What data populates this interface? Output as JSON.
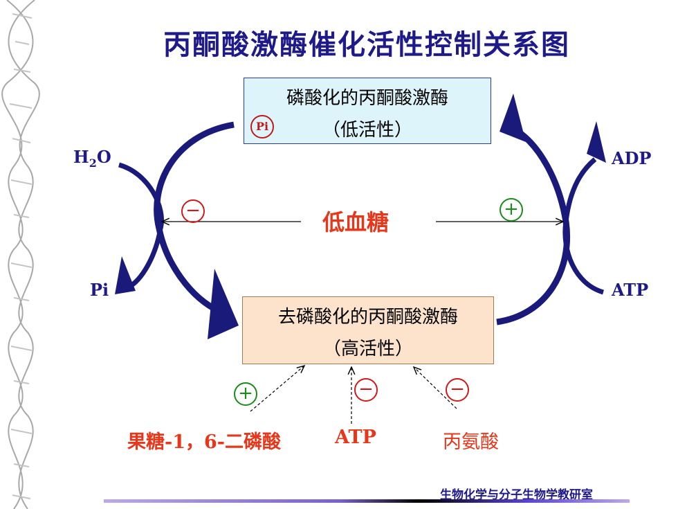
{
  "title": "丙酮酸激酶催化活性控制关系图",
  "top_box": {
    "line1": "磷酸化的丙酮酸激酶",
    "line2": "（低活性）",
    "tag": "Pi"
  },
  "bottom_box": {
    "line1": "去磷酸化的丙酮酸激酶",
    "line2": "（高活性）"
  },
  "left": {
    "h2o_main": "H",
    "h2o_sub": "2",
    "h2o_end": "O",
    "pi": "Pi"
  },
  "right": {
    "adp": "ADP",
    "atp": "ATP"
  },
  "center": "低血糖",
  "signs": {
    "left_center": "−",
    "right_center": "+",
    "fbp": "+",
    "atp": "−",
    "ala": "−"
  },
  "effectors": {
    "fbp": "果糖-1，6-二磷酸",
    "atp": "ATP",
    "ala": "丙氨酸"
  },
  "footer": "生物化学与分子生物学教研室",
  "colors": {
    "arrow": "#1a1a7a",
    "accent_red": "#e8361a",
    "title": "#1f1a8a",
    "plus": "#1a8a1a"
  }
}
